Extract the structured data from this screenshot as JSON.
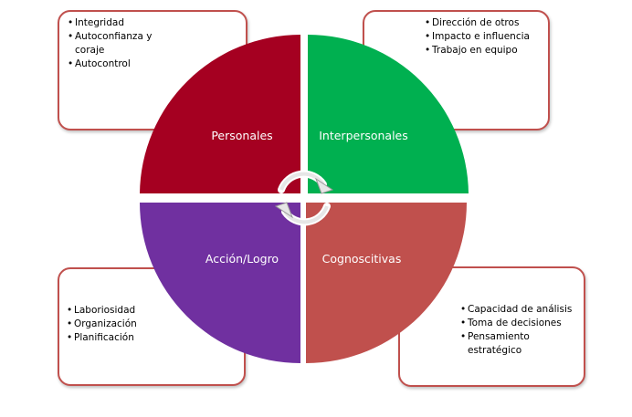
{
  "quadrants": {
    "personales": {
      "label": "Personales",
      "color": "#a50021",
      "items": [
        "Integridad",
        "Autoconfianza y coraje",
        "Autocontrol"
      ]
    },
    "interpersonales": {
      "label": "Interpersonales",
      "color": "#00b050",
      "items": [
        "Dirección de otros",
        "Impacto e influencia",
        "Trabajo en equipo"
      ]
    },
    "accion": {
      "label": "Acción/Logro",
      "color": "#7030a0",
      "items": [
        "Laboriosidad",
        "Organización",
        "Planificación"
      ]
    },
    "cognoscitivas": {
      "label": "Cognoscitivas",
      "color": "#c0504d",
      "items": [
        "Capacidad de análisis",
        "Toma de decisiones",
        "Pensamiento estratégico"
      ]
    }
  },
  "box_border_color": "#c0504d",
  "center_icon": "circular-arrows-icon"
}
